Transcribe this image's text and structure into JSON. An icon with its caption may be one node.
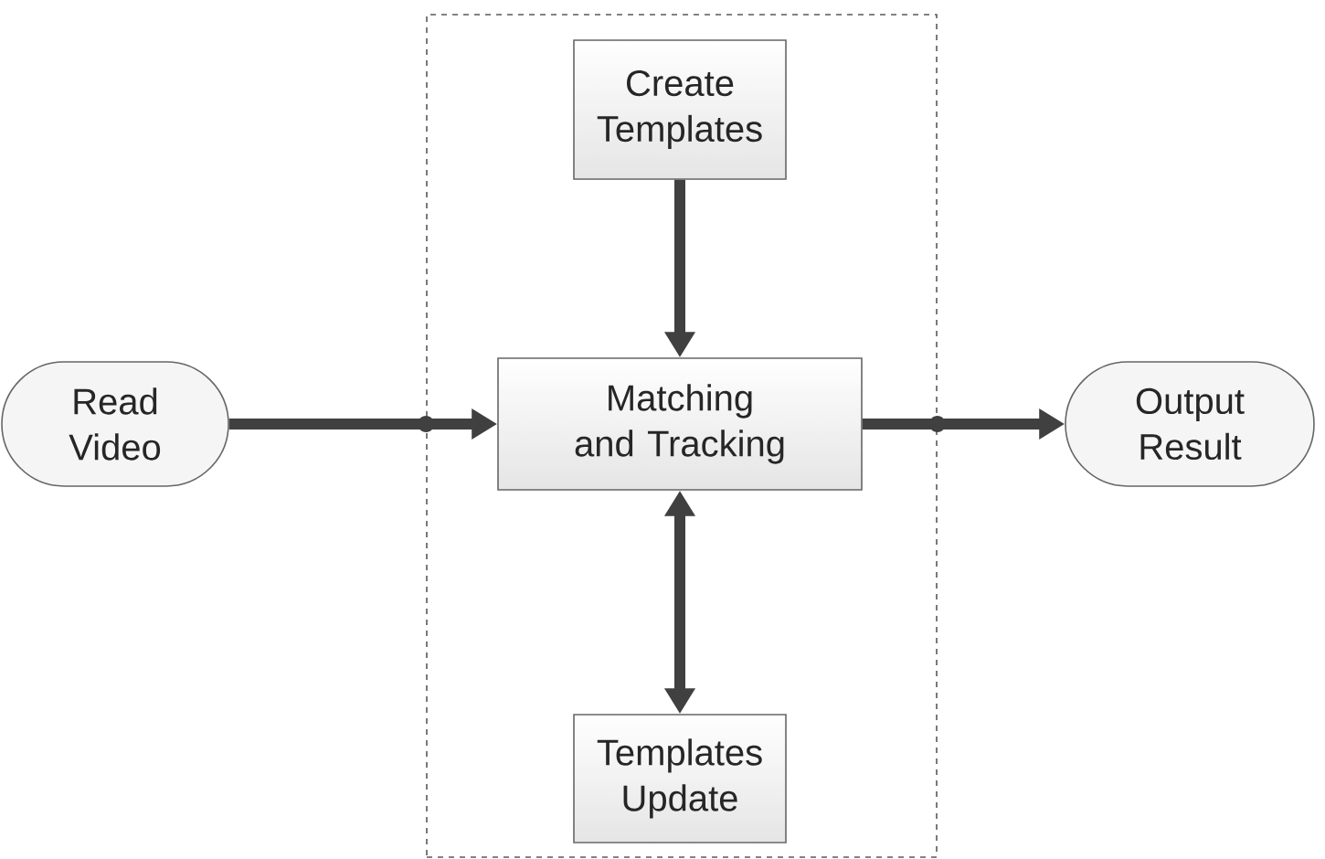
{
  "diagram": {
    "nodes": [
      {
        "text": [],
        "shape": "box"
      },
      {
        "text": [
          "Read Video"
        ]
      },
      {
        "text": [
          "Create Templates"
        ],
        "in": 0
      },
      {
        "text": [
          "Matching and Tracking"
        ],
        "in": 0
      },
      {
        "text": [
          "Templates Update"
        ],
        "in": 0
      },
      {
        "text": [
          "Output Result"
        ]
      }
    ],
    "edges": [
      {
        "from": 1,
        "to": 3,
        "arrow": "to"
      },
      {
        "from": 2,
        "to": 3,
        "arrow": "to"
      },
      {
        "from": 3,
        "to": 4,
        "arrow": "both"
      },
      {
        "from": 3,
        "to": 5,
        "arrow": "to"
      }
    ]
  }
}
